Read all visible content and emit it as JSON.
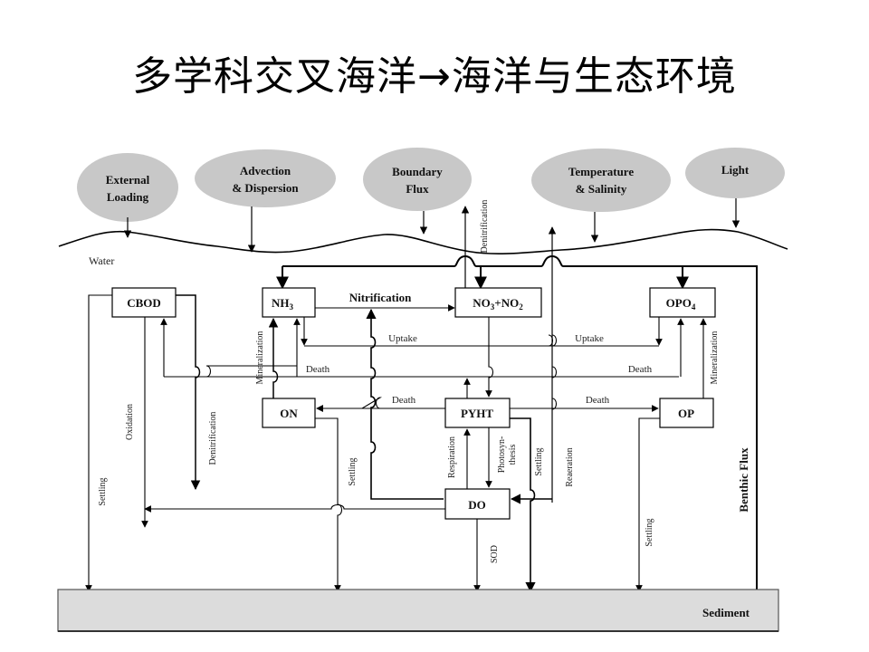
{
  "slide": {
    "title": "多学科交叉海洋→海洋与生态环境"
  },
  "diagram": {
    "drivers": [
      {
        "id": "external-loading",
        "line1": "External",
        "line2": "Loading"
      },
      {
        "id": "advection-dispersion",
        "line1": "Advection",
        "line2": "& Dispersion"
      },
      {
        "id": "boundary-flux",
        "line1": "Boundary",
        "line2": "Flux"
      },
      {
        "id": "temperature-salinity",
        "line1": "Temperature",
        "line2": "& Salinity"
      },
      {
        "id": "light",
        "line1": "Light",
        "line2": ""
      }
    ],
    "water_label": "Water",
    "sediment_label": "Sediment",
    "boxes": {
      "cbod": "CBOD",
      "nh3": "NH",
      "nh3_sub": "3",
      "no3_a": "NO",
      "no3_sub1": "3",
      "no3_b": "+NO",
      "no3_sub2": "2",
      "opo4": "OPO",
      "opo4_sub": "4",
      "on": "ON",
      "pyht": "PYHT",
      "op": "OP",
      "do": "DO"
    },
    "processes": {
      "nitrification": "Nitrification",
      "denitrification": "Denitrification",
      "uptake": "Uptake",
      "death": "Death",
      "mineralization": "Mineralization",
      "oxidation": "Oxidation",
      "settling": "Settling",
      "respiration": "Respiration",
      "photosynthesis_1": "Photosyn-",
      "photosynthesis_2": "thesis",
      "reaeration": "Reaeration",
      "sod": "SOD",
      "benthic_flux": "Benthic Flux"
    },
    "colors": {
      "ellipse_fill": "#c8c8c8",
      "sediment_fill": "#dcdcdc",
      "line": "#000000"
    }
  }
}
